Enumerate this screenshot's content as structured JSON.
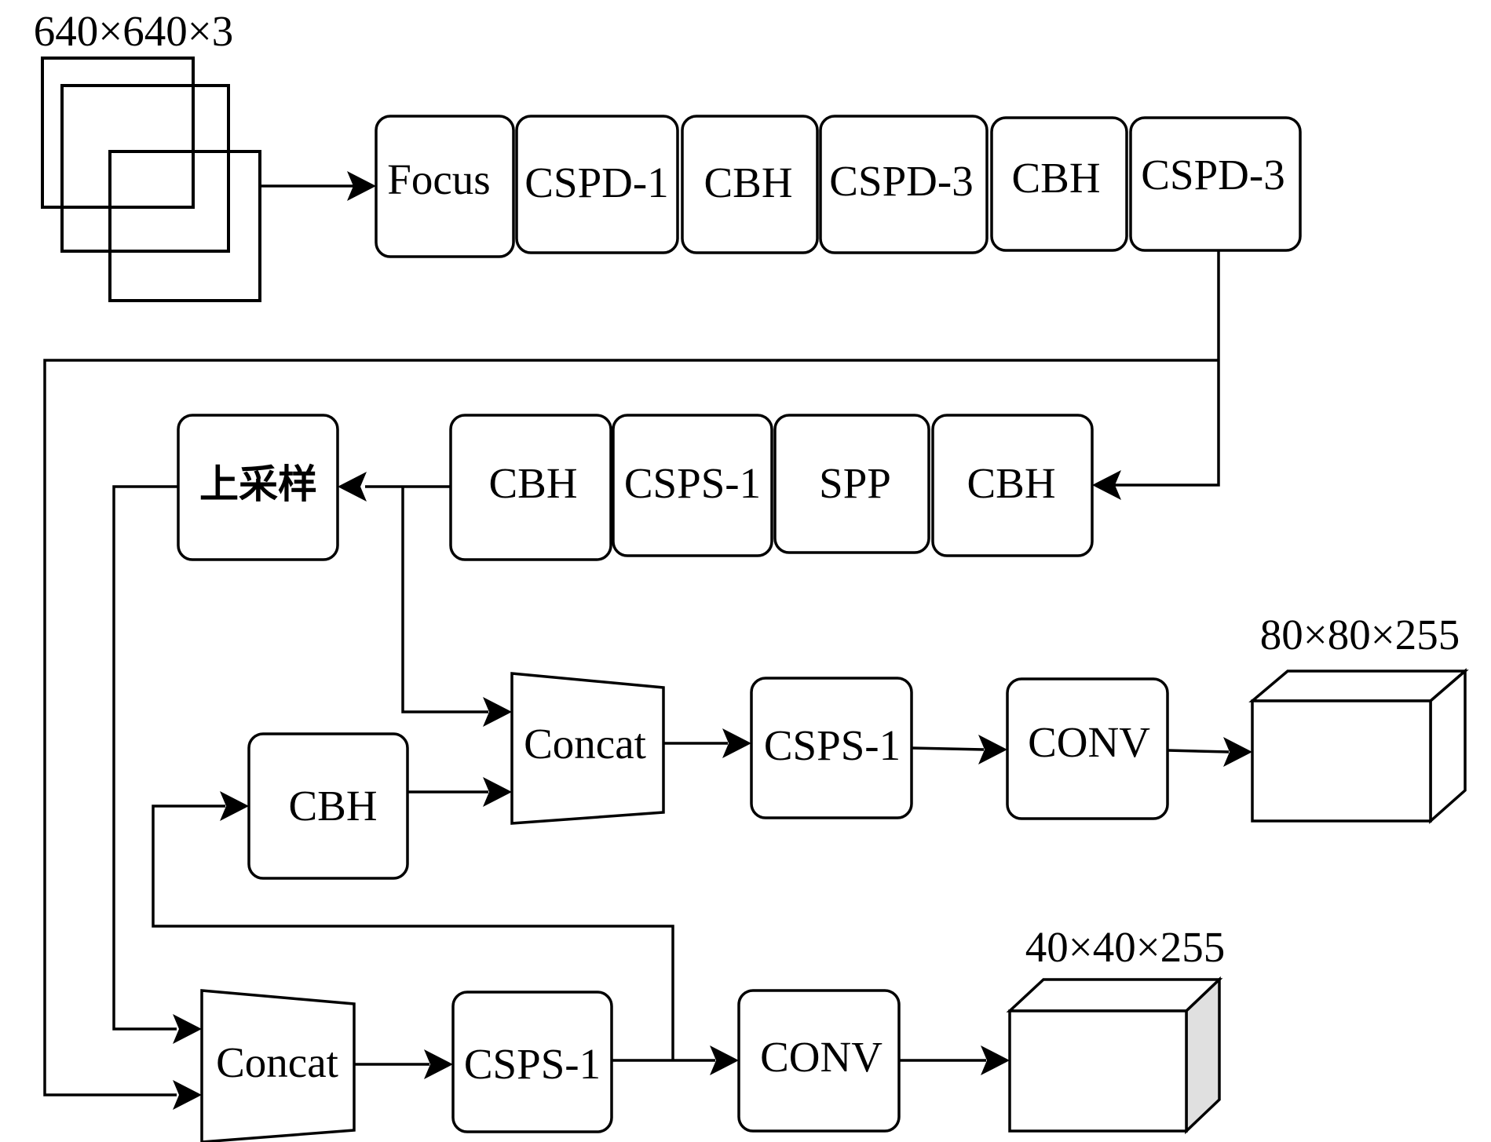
{
  "input": {
    "dims": "640×640×3"
  },
  "backbone": {
    "blocks": [
      "Focus",
      "CSPD-1",
      "CBH",
      "CSPD-3",
      "CBH",
      "CSPD-3"
    ]
  },
  "spp_row": {
    "upsample_label": "上采样",
    "blocks": [
      "CBH",
      "CSPS-1",
      "SPP",
      "CBH"
    ]
  },
  "middle_row": {
    "cbh": "CBH",
    "concat": "Concat",
    "csps": "CSPS-1",
    "conv": "CONV",
    "output_dims": "80×80×255"
  },
  "bottom_row": {
    "concat": "Concat",
    "csps": "CSPS-1",
    "conv": "CONV",
    "output_dims": "40×40×255"
  },
  "colors": {
    "stroke": "#000000",
    "background": "#ffffff",
    "cube_side_shade": "#e0e0e0"
  }
}
